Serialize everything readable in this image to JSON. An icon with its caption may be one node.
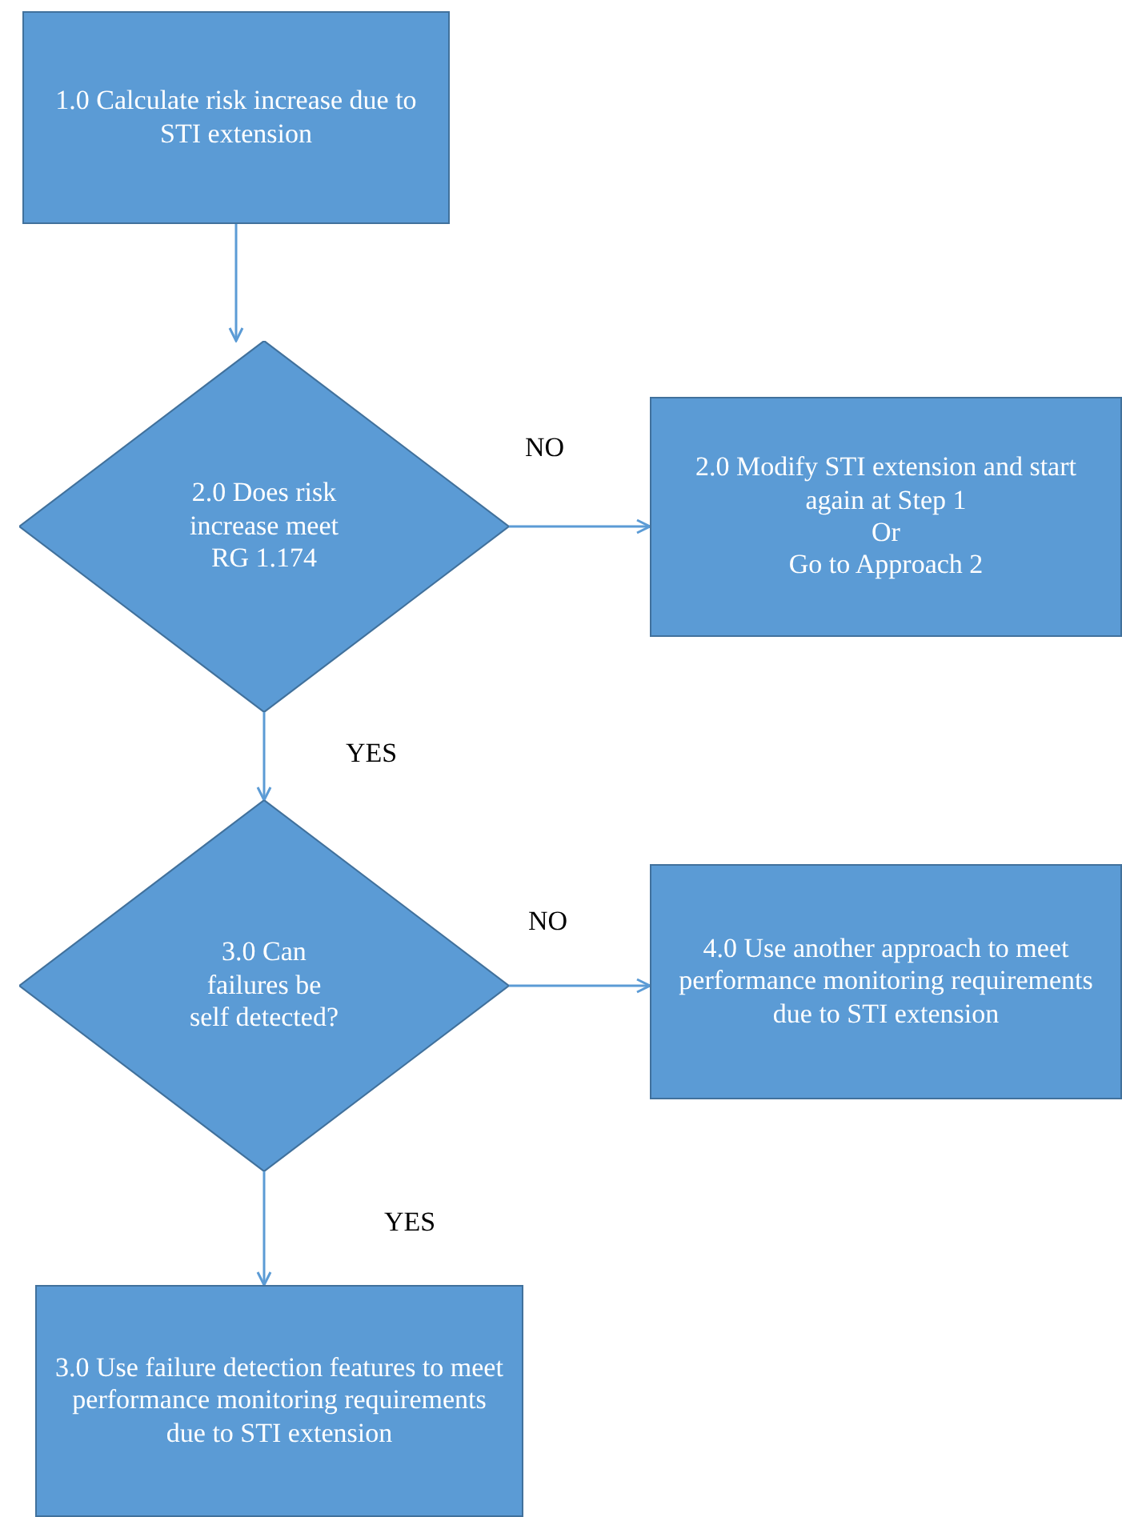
{
  "diagram": {
    "nodes": [
      {
        "text": [
          "1.0 Calculate risk increase due to STI extension"
        ]
      },
      {
        "text": [
          "2.0 Does risk increase meet RG 1.174"
        ]
      },
      {
        "text": [
          "2.0 Modify STI extension and start again at Step 1",
          "Or",
          "Go to Approach 2"
        ]
      },
      {
        "text": [
          "3.0 Can failures be self detected?"
        ]
      },
      {
        "text": [
          "4.0 Use another approach to meet performance monitoring requirements due to STI extension"
        ]
      },
      {
        "text": [
          "3.0 Use failure detection features to meet performance monitoring requirements due to STI extension"
        ]
      }
    ],
    "edges": [
      {
        "from": 0,
        "to": 1,
        "arrow": "to"
      },
      {
        "from": 1,
        "to": 2,
        "arrow": "to",
        "label": "NO"
      },
      {
        "from": 1,
        "to": 3,
        "arrow": "to",
        "label": "YES"
      },
      {
        "from": 3,
        "to": 4,
        "arrow": "to",
        "label": "NO"
      },
      {
        "from": 3,
        "to": 5,
        "arrow": "to",
        "label": "YES"
      }
    ]
  }
}
